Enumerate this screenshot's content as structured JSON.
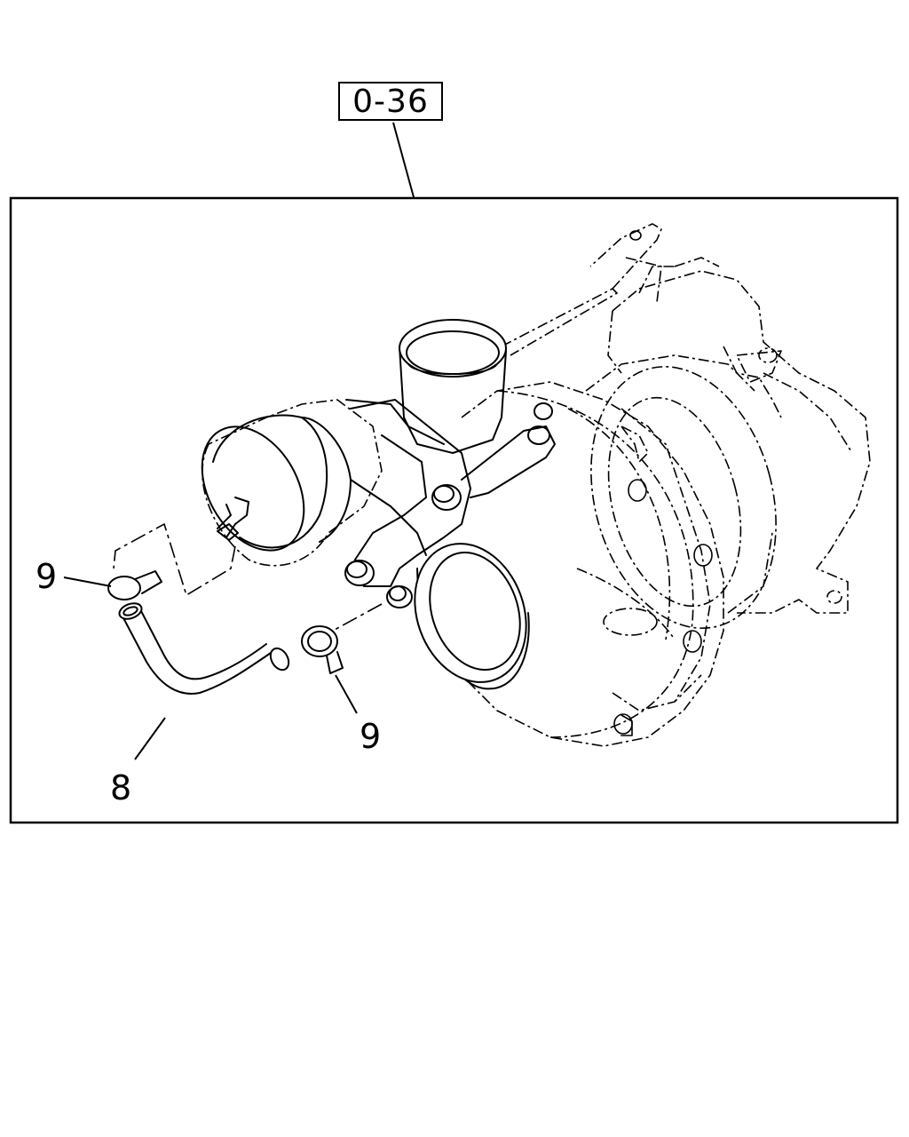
{
  "diagram": {
    "reference_code": "0-36",
    "callouts": [
      {
        "id": "clamp-upper",
        "label": "9"
      },
      {
        "id": "clamp-lower",
        "label": "9"
      },
      {
        "id": "hose",
        "label": "8"
      }
    ]
  }
}
